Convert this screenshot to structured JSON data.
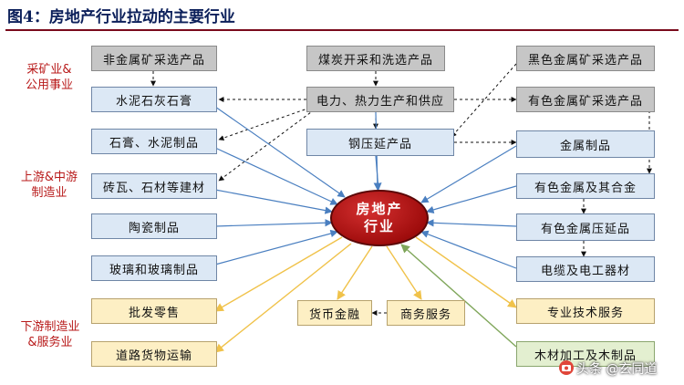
{
  "title": "图4：房地产行业拉动的主要行业",
  "hub": {
    "line1": "房地产",
    "line2": "行业"
  },
  "groups": {
    "mining": [
      "采矿业&",
      "公用事业"
    ],
    "upstream": [
      "上游&中游",
      "制造业"
    ],
    "downstream": [
      "下游制造业",
      "&服务业"
    ]
  },
  "boxes": {
    "non_metal_mining": "非金属矿采选产品",
    "coal_mining": "煤炭开采和洗选产品",
    "ferrous_mining": "黑色金属矿采选产品",
    "cement_lime_gypsum": "水泥石灰石膏",
    "power_heat": "电力、热力生产和供应",
    "nonferrous_mining": "有色金属矿采选产品",
    "gypsum_cement_products": "石膏、水泥制品",
    "steel_rolling": "钢压延产品",
    "metal_products": "金属制品",
    "brick_stone": "砖瓦、石材等建材",
    "nonferrous_alloy": "有色金属及其合金",
    "ceramics": "陶瓷制品",
    "nonferrous_rolling": "有色金属压延品",
    "glass": "玻璃和玻璃制品",
    "cable_electrical": "电缆及电工器材",
    "wholesale_retail": "批发零售",
    "finance": "货币金融",
    "business_services": "商务服务",
    "professional_services": "专业技术服务",
    "road_freight": "道路货物运输",
    "wood_products": "木材加工及木制品"
  },
  "watermark": "头条 @玄同道",
  "colors": {
    "title": "#0b1f5a",
    "rule": "#7a0a1c",
    "group_label": "#b81a1a",
    "hub": "#b01212",
    "arrow_blue": "#4a7fc0",
    "arrow_yellow": "#f0c24a",
    "arrow_green": "#7fa65a",
    "arrow_dashed": "#111111"
  },
  "icons": [
    "camera-icon"
  ]
}
